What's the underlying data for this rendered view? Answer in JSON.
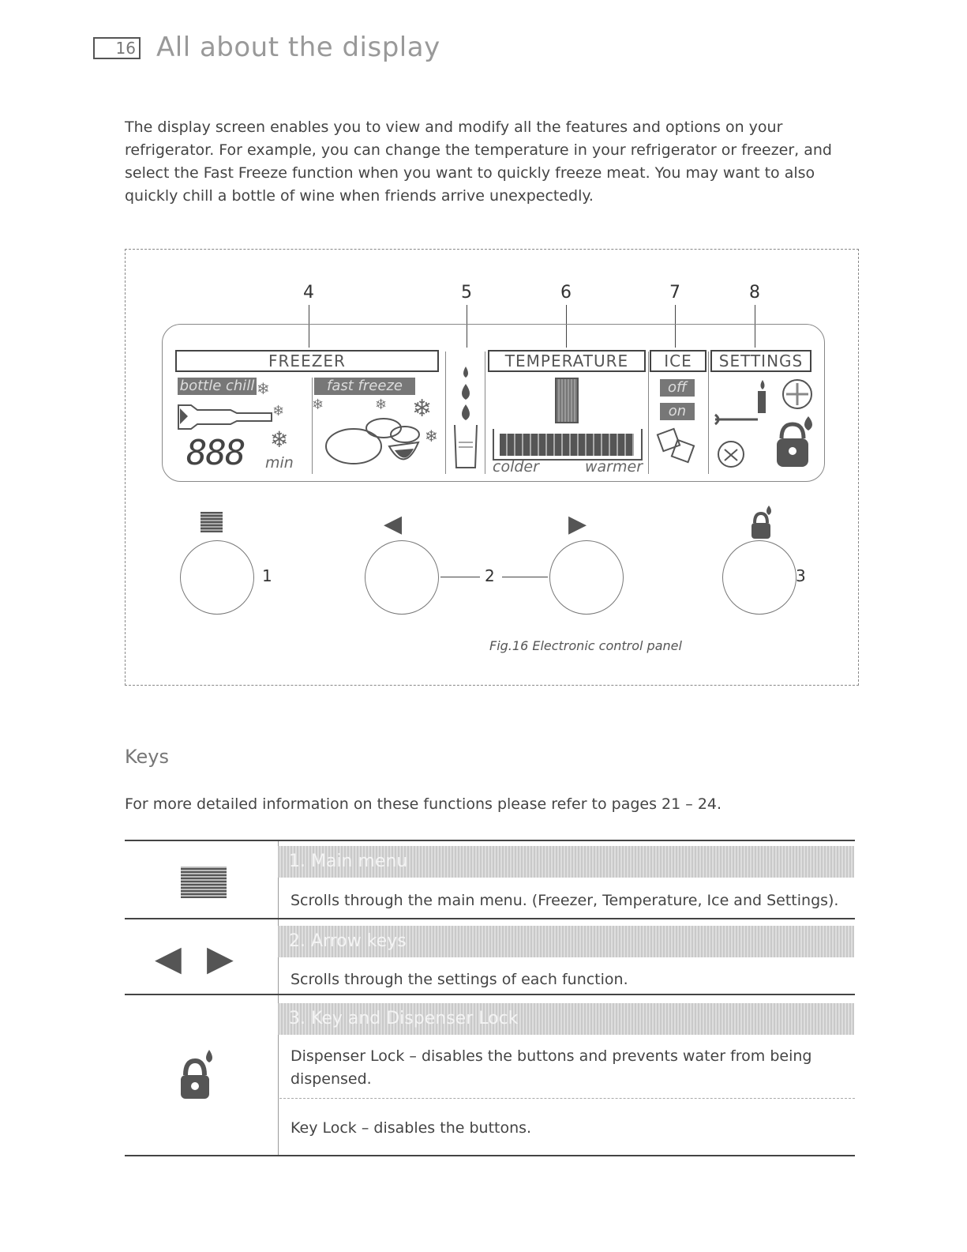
{
  "header": {
    "page_number": "16",
    "title": "All about the display"
  },
  "intro": "The display screen enables you to view and modify all the features and options on your refrigerator. For example, you can change the temperature in your refrigerator or freezer, and select the Fast Freeze function when you want to quickly freeze meat. You may want to also quickly chill a bottle of wine when friends arrive unexpectedly.",
  "figure": {
    "callouts": [
      "4",
      "5",
      "6",
      "7",
      "8"
    ],
    "display": {
      "freezer": "FREEZER",
      "temperature": "TEMPERATURE",
      "ice": "ICE",
      "settings": "SETTINGS",
      "bottle_chill": "bottle chill",
      "fast_freeze": "fast freeze",
      "digits": "888",
      "min": "min",
      "colder": "colder",
      "warmer": "warmer",
      "off": "off",
      "on": "on"
    },
    "button_numbers": [
      "1",
      "2",
      "3"
    ],
    "caption": "Fig.16 Electronic control panel"
  },
  "keys": {
    "heading": "Keys",
    "intro": "For more detailed information on these functions please refer to pages 21 – 24.",
    "rows": [
      {
        "title": "1. Main menu",
        "text": "Scrolls through the main menu. (Freezer, Temperature, Ice and Settings)."
      },
      {
        "title": "2. Arrow keys",
        "text": "Scrolls through the settings of each function."
      },
      {
        "title": "3. Key and Dispenser Lock",
        "text": "Dispenser Lock – disables the buttons and prevents water from being dispensed.",
        "text2": "Key Lock – disables the buttons."
      }
    ]
  },
  "icons": [
    "menu-icon",
    "left-arrow-icon",
    "right-arrow-icon",
    "lock-drop-icon",
    "snowflake-icon",
    "bottle-icon",
    "drop-icon",
    "glass-icon",
    "ice-cubes-icon",
    "wrench-icon",
    "filter-icon",
    "mute-icon",
    "padlock-icon"
  ]
}
